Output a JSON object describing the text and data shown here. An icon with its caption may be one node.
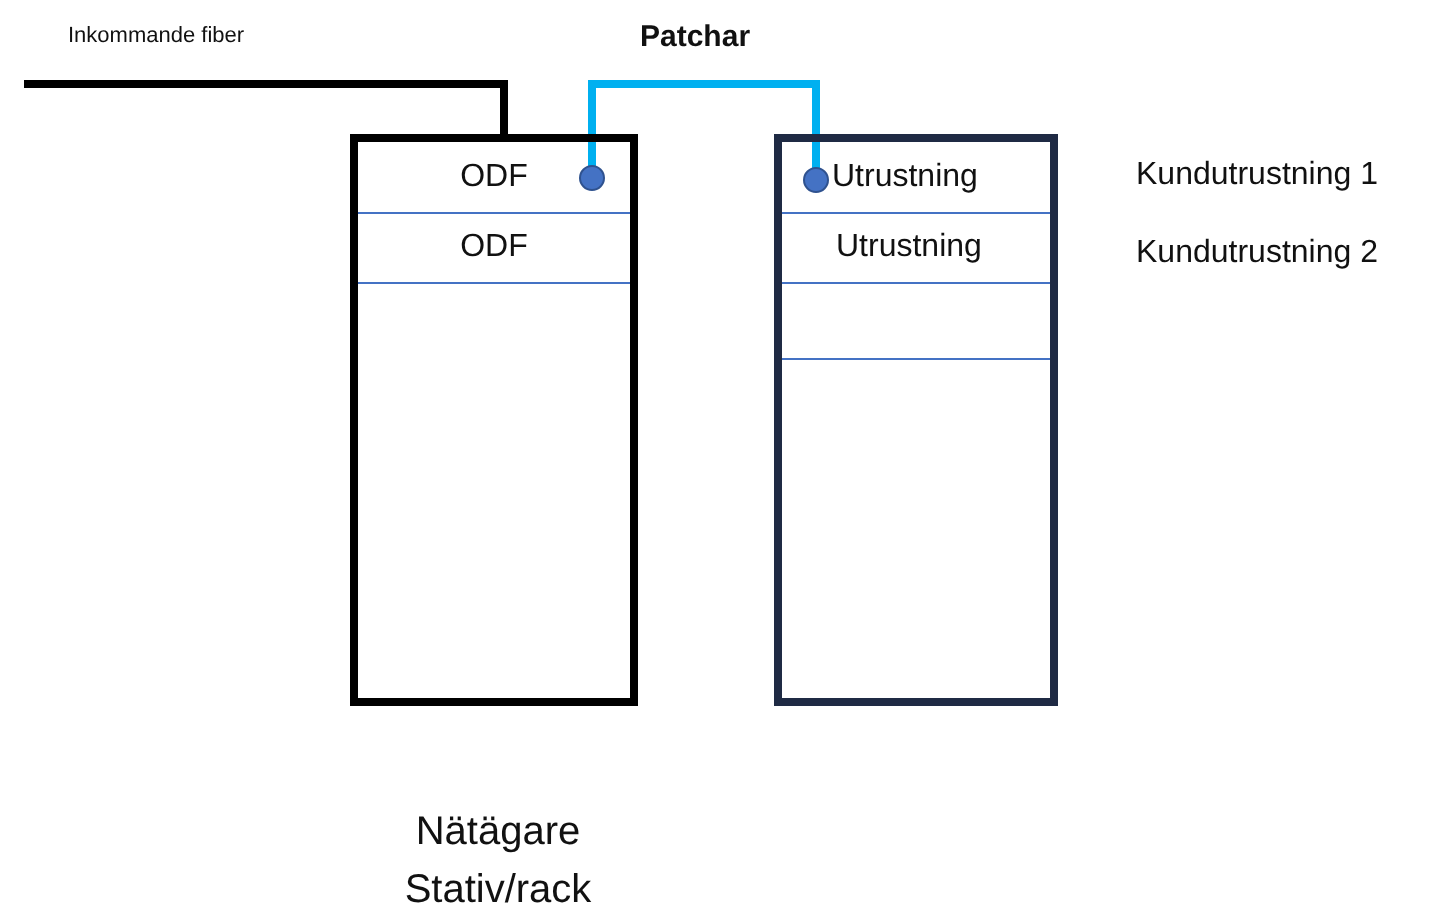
{
  "diagram": {
    "nodes": [
      {
        "text": [],
        "shape": "box",
        "beside": [
          "Nätägare Stativ/rack"
        ]
      },
      {
        "text": [
          "ODF"
        ],
        "in": 0
      },
      {
        "text": [
          "ODF"
        ],
        "in": 0
      },
      {
        "text": [],
        "shape": "box"
      },
      {
        "text": [
          "Utrustning"
        ],
        "in": 3,
        "beside": [
          "Kundutrustning 1"
        ]
      },
      {
        "text": [
          "Utrustning"
        ],
        "in": 3,
        "beside": [
          "Kundutrustning 2"
        ]
      }
    ],
    "edges": [
      {
        "from": null,
        "to": 1,
        "arrow": "none",
        "label": "Inkommande fiber"
      },
      {
        "from": 1,
        "to": 4,
        "arrow": "other",
        "label": "Patchar",
        "color": "#00b0f0"
      }
    ]
  }
}
